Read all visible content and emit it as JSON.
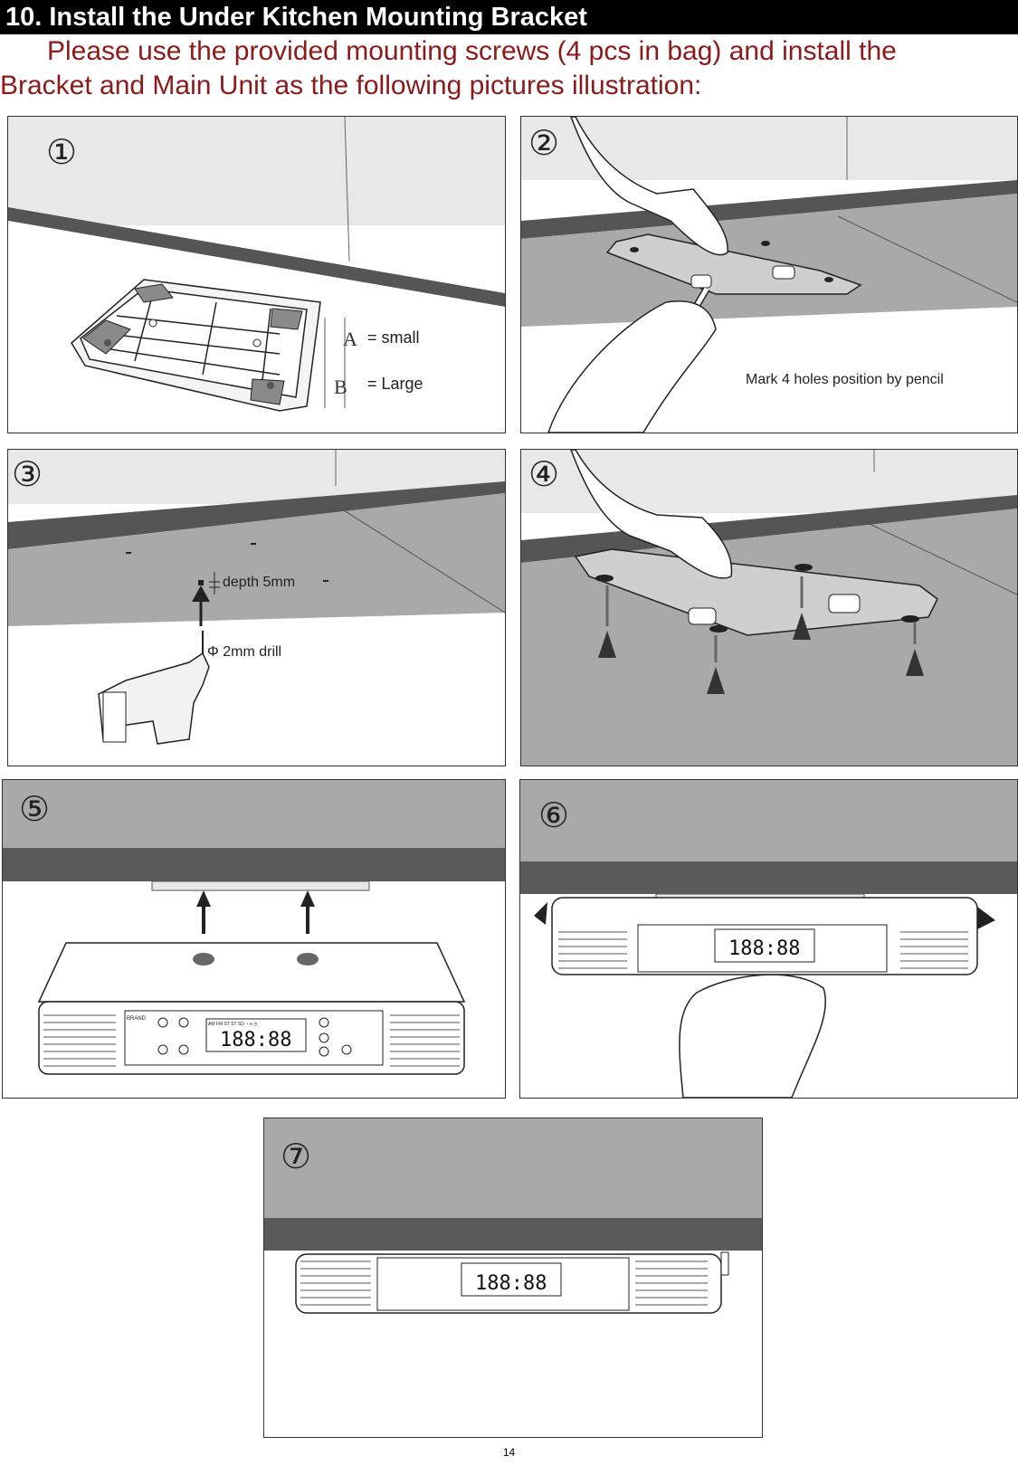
{
  "header": {
    "title": "10. Install the Under Kitchen Mounting Bracket"
  },
  "intro": {
    "line1": "Please use the provided mounting screws (4 pcs in bag) and install the",
    "line2": "Bracket and Main Unit as the following pictures illustration:"
  },
  "steps": [
    {
      "number": "①",
      "labels": {
        "a_letter": "A",
        "a_text": "= small",
        "b_letter": "B",
        "b_text": "= Large"
      }
    },
    {
      "number": "②",
      "caption": "Mark 4 holes position by pencil"
    },
    {
      "number": "③",
      "depth": "depth 5mm",
      "drill": "Φ 2mm drill"
    },
    {
      "number": "④"
    },
    {
      "number": "⑤"
    },
    {
      "number": "⑥"
    },
    {
      "number": "⑦"
    }
  ],
  "device": {
    "brand": "BRAND",
    "display": "188:88",
    "bands": "AM  FM  ST  ST  SD  ◔  ◕  ◷"
  },
  "footer": {
    "page_number": "14"
  }
}
